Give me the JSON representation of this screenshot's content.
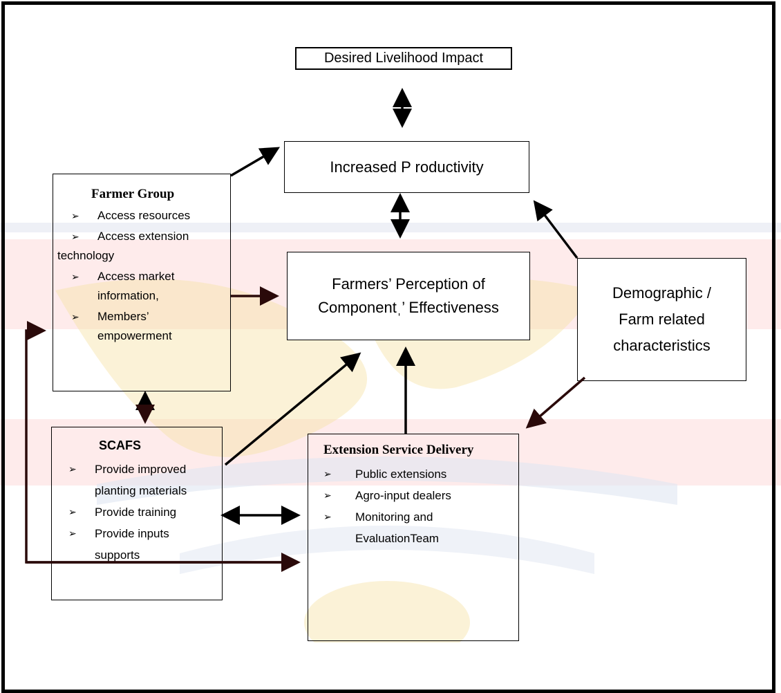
{
  "impact": {
    "label": "Desired Livelihood Impact"
  },
  "productivity": {
    "label": "Increased P roductivity"
  },
  "perception": {
    "line1": "Farmers’ Perception of",
    "line2": "Componentˌ’ Effectiveness"
  },
  "demographic": {
    "line1": "Demographic /",
    "line2": "Farm related",
    "line3": "characteristics"
  },
  "farmer_group": {
    "title": "Farmer Group",
    "items": [
      {
        "line1": "Access resources"
      },
      {
        "line1": "Access extension",
        "line2": "technology"
      },
      {
        "line1": "Access market",
        "line2": "information,"
      },
      {
        "line1": "Members’",
        "line2": "empowerment"
      }
    ]
  },
  "scafs": {
    "title": "SCAFS",
    "items": [
      {
        "line1": "Provide improved",
        "line2": "planting materials"
      },
      {
        "line1": "Provide training"
      },
      {
        "line1": "Provide inputs",
        "line2": "supports"
      }
    ]
  },
  "extension": {
    "title": "Extension Service Delivery",
    "items": [
      {
        "line1": "Public extensions"
      },
      {
        "line1": "Agro-input dealers"
      },
      {
        "line1": "Monitoring and",
        "line2": "EvaluationTeam"
      }
    ]
  },
  "bullet_glyph": "➢",
  "colors": {
    "arrow": "#000000",
    "dark_arrow": "#2a0a0a",
    "stripe": "#d9251f",
    "watermark": "#f3d27a"
  }
}
